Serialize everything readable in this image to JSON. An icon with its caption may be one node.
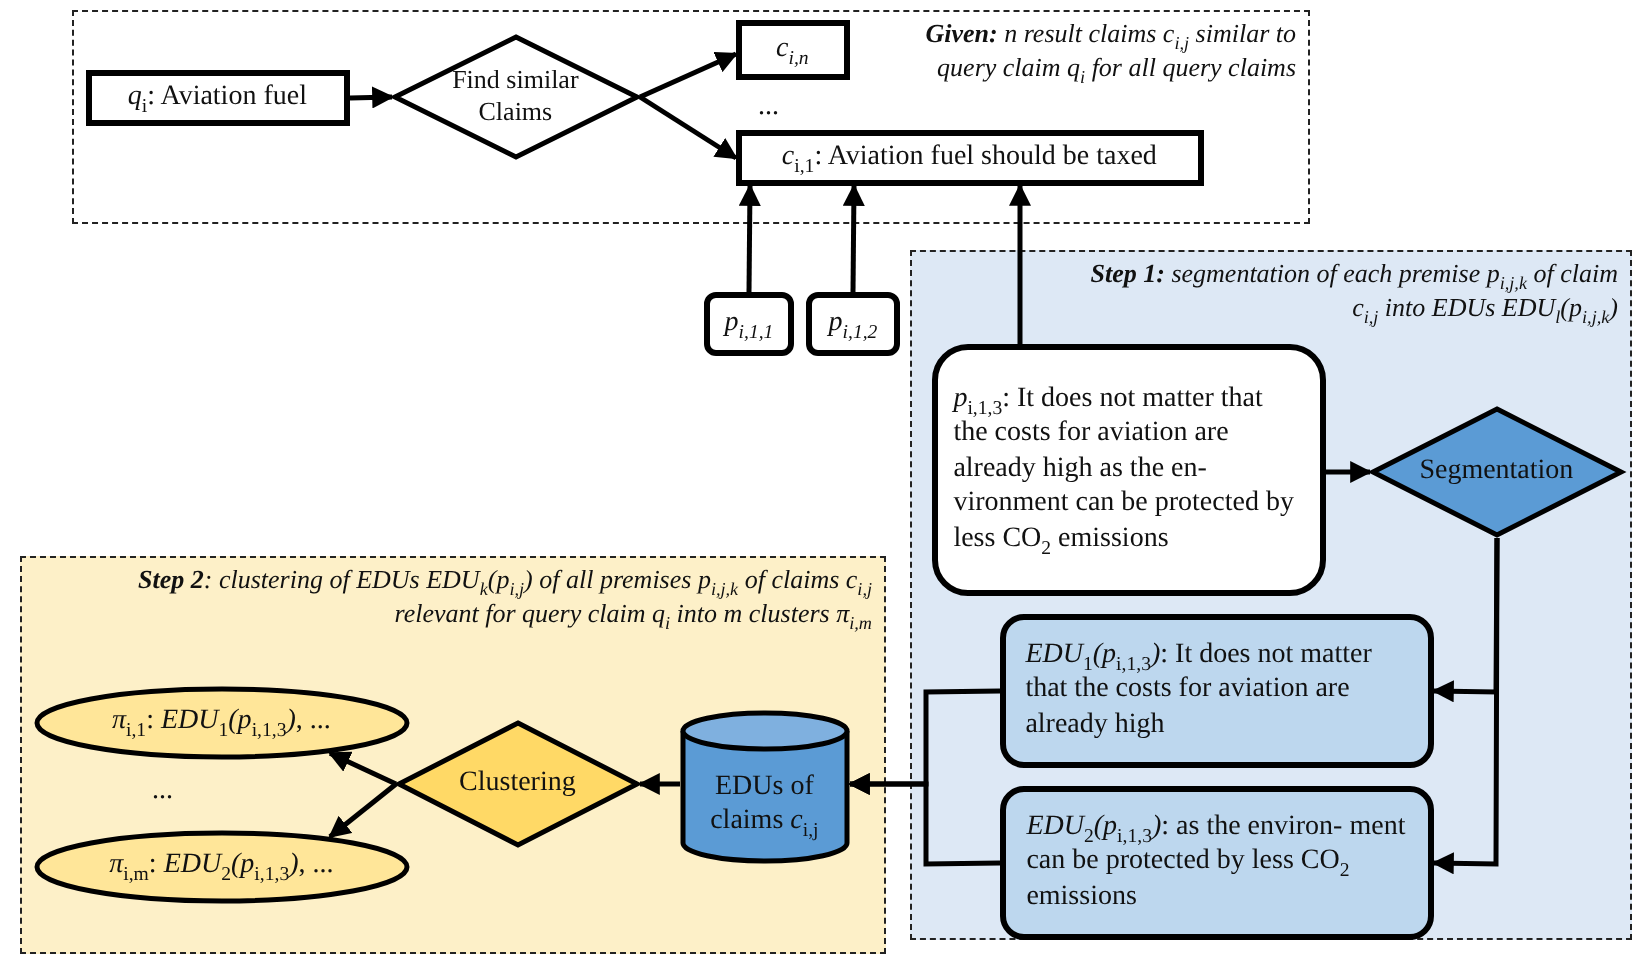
{
  "diagram": {
    "nodes": [
      {
        "text": [
          "**Given:** n result claims c$_{i,j}$ similar to query claim q$_{i}$ for all query claims"
        ]
      },
      {
        "text": [
          "*q*$_{i}$: Aviation fuel"
        ],
        "in": 0
      },
      {
        "text": [
          "Find similar Claims"
        ],
        "in": 0
      },
      {
        "text": [
          "c$_{i,n}$"
        ],
        "in": 0
      },
      {
        "text": [
          "*c*$_{i,1}$: Aviation fuel should be taxed"
        ],
        "in": 0
      },
      {
        "text": [
          "p$_{i,1,1}$"
        ]
      },
      {
        "text": [
          "p$_{i,1,2}$"
        ]
      },
      {
        "text": [
          "**Step 1:** segmentation of each premise p$_{i,j,k}$ of claim c$_{i,j}$ into EDUs EDU$_{l}$(p$_{i,j,k}$)"
        ]
      },
      {
        "text": [
          "*p*$_{i,1,3}$: It does not matter that the costs for aviation are already high as the en- vironment can be protected by less CO$_{2}$ emissions"
        ],
        "in": 7
      },
      {
        "text": [
          "Segmentation"
        ],
        "in": 7
      },
      {
        "text": [
          "*EDU*$_{1}$*(p*$_{i,1,3}$*)*: It does not matter that the costs for aviation are already high"
        ],
        "in": 7
      },
      {
        "text": [
          "*EDU*$_{2}$*(p*$_{i,1,3}$*)*: as the environ- ment can be protected by less CO$_{2}$ emissions"
        ],
        "in": 7
      },
      {
        "text": [
          "**Step 2**: clustering of EDUs EDU$_{k}$(p$_{i,j}$) of all premises p$_{i,j,k}$ of claims c$_{i,j}$ relevant for query claim q$_{i}$ into m clusters π$_{i,m}$"
        ]
      },
      {
        "text": [
          "EDUs of claims *c*$_{i,j}$"
        ],
        "in": 12
      },
      {
        "text": [
          "Clustering"
        ],
        "in": 12
      },
      {
        "text": [
          "*π*$_{i,1}$: *EDU*$_{1}$*(p*$_{i,1,3}$*)*, ..."
        ],
        "in": 12
      },
      {
        "text": [
          "*π*$_{i,m}$: *EDU*$_{2}$*(p*$_{i,1,3}$*)*, ..."
        ],
        "in": 12
      }
    ],
    "edges": [
      {
        "from": 1,
        "to": 2,
        "arrow": "to"
      },
      {
        "from": 2,
        "to": 3,
        "arrow": "to"
      },
      {
        "from": 2,
        "to": 4,
        "arrow": "to"
      },
      {
        "from": 5,
        "to": 4,
        "arrow": "to"
      },
      {
        "from": 6,
        "to": 4,
        "arrow": "to"
      },
      {
        "from": 8,
        "to": 4,
        "arrow": "to"
      },
      {
        "from": 8,
        "to": 9,
        "arrow": "to"
      },
      {
        "from": 9,
        "to": 10,
        "arrow": "to"
      },
      {
        "from": 9,
        "to": 11,
        "arrow": "to"
      },
      {
        "from": 10,
        "to": 13,
        "arrow": "to"
      },
      {
        "from": 11,
        "to": 13,
        "arrow": "to"
      },
      {
        "from": 13,
        "to": 14,
        "arrow": "to"
      },
      {
        "from": 14,
        "to": 15,
        "arrow": "to"
      },
      {
        "from": 14,
        "to": 16,
        "arrow": "to"
      }
    ],
    "labels": [
      "...",
      "..."
    ]
  }
}
